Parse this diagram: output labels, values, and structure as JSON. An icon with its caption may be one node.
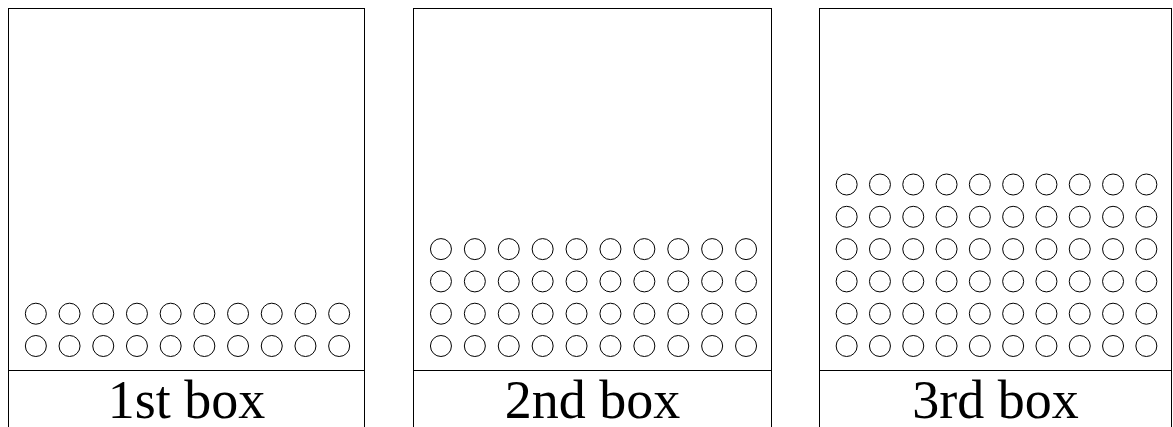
{
  "diagram": {
    "nodes": [
      {
        "text": [
          "1st box"
        ]
      },
      {
        "text": [
          "2nd box"
        ]
      },
      {
        "text": [
          "3rd box"
        ]
      }
    ]
  }
}
